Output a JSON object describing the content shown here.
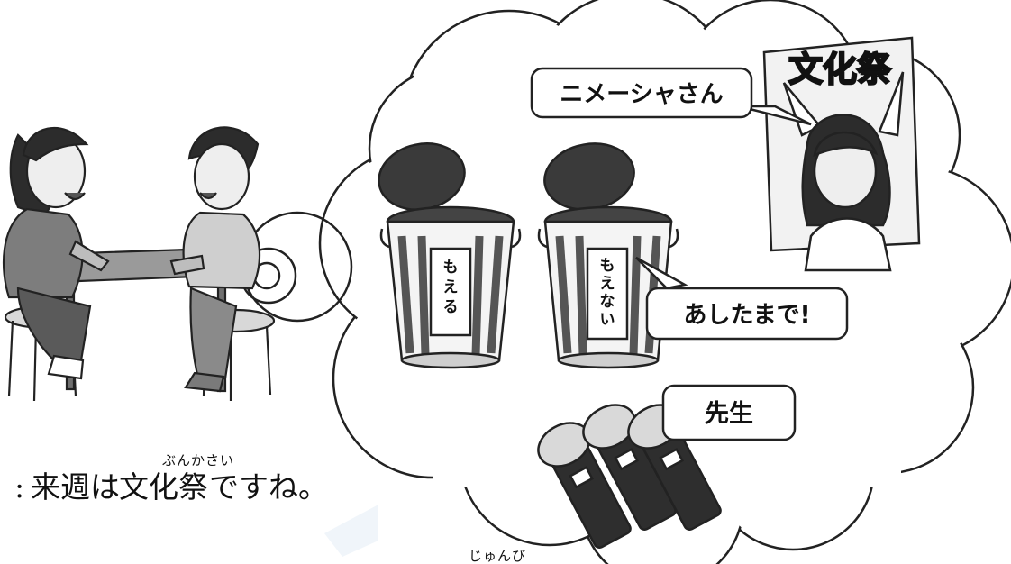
{
  "bubbles": {
    "niimesha": "ニメーシャさん",
    "ashita": "あしたまで!",
    "sensei": "先生"
  },
  "poster": {
    "title": "文化祭"
  },
  "bins": {
    "left_label": [
      "も",
      "え",
      "る"
    ],
    "right_label": [
      "も",
      "え",
      "な",
      "い"
    ]
  },
  "dialogue": {
    "line1_colon": ":",
    "line1_a": "来週は",
    "line1_b": "文化祭",
    "line1_c": "ですね。",
    "line1_ruby": "ぶんかさい",
    "line2_ruby": "じゅんび"
  }
}
